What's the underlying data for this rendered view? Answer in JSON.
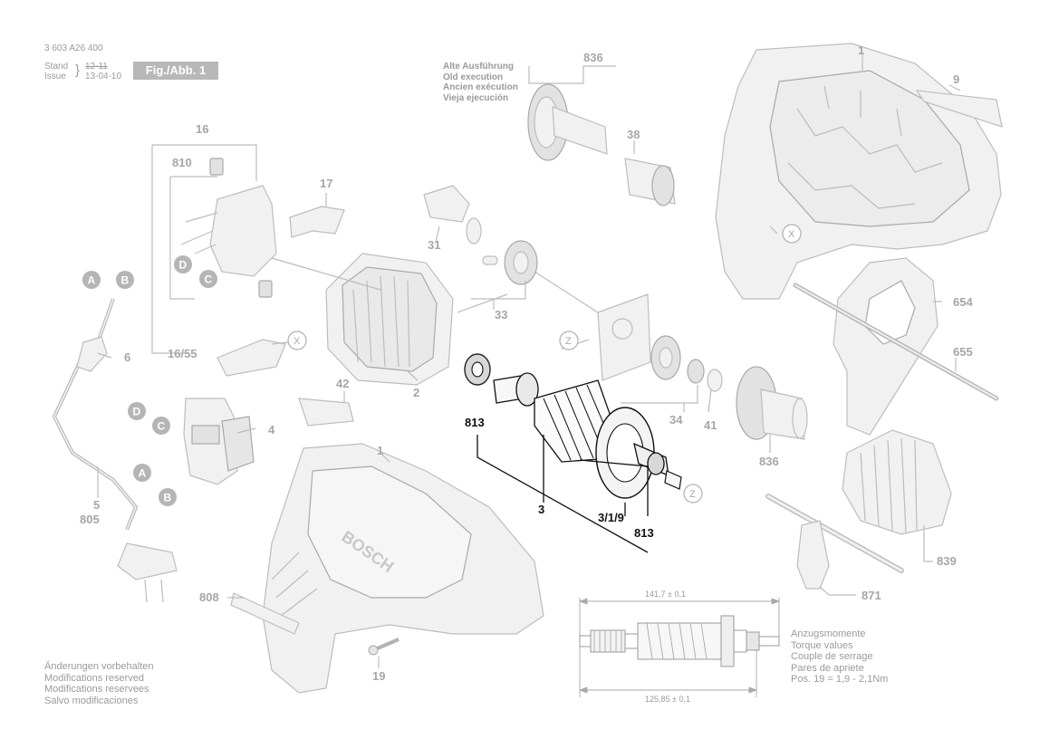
{
  "header": {
    "doc_number": "3 603 A26 400",
    "stand_label": "Stand",
    "issue_label": "Issue",
    "stand_value": "12-11",
    "issue_value": "13-04-10",
    "fig_label": "Fig./Abb. 1"
  },
  "old_execution": [
    "Alte Ausführung",
    "Old execution",
    "Ancien exécution",
    "Vieja ejecución"
  ],
  "modifications": [
    "Änderungen vorbehalten",
    "Modifications reserved",
    "Modifications reservees",
    "Salvo modificaciones"
  ],
  "torque": [
    "Anzugsmomente",
    "Torque values",
    "Couple de serrage",
    "Pares de apriete",
    "Pos. 19 = 1,9 - 2,1Nm"
  ],
  "dimensions": {
    "overall": "141,7 ± 0,1",
    "inner": "125,85 ± 0,1"
  },
  "part_labels": {
    "p1_top": "1",
    "p9": "9",
    "p836_top": "836",
    "p38": "38",
    "p16": "16",
    "p810": "810",
    "p17": "17",
    "p31": "31",
    "p33": "33",
    "p16_55": "16/55",
    "p2": "2",
    "p42": "42",
    "p4": "4",
    "p6": "6",
    "p5": "5",
    "p805": "805",
    "p808": "808",
    "p1_bottom": "1",
    "p19": "19",
    "p654": "654",
    "p655": "655",
    "p34": "34",
    "p41": "41",
    "p836_bot": "836",
    "p839": "839",
    "p871": "871"
  },
  "armature_labels": {
    "left_813": "813",
    "p3": "3",
    "p3_1_9": "3/1/9",
    "right_813": "813"
  },
  "circle_markers": {
    "A": "A",
    "B": "B",
    "C": "C",
    "D": "D",
    "X": "X",
    "Z": "Z"
  },
  "brand": "BOSCH"
}
